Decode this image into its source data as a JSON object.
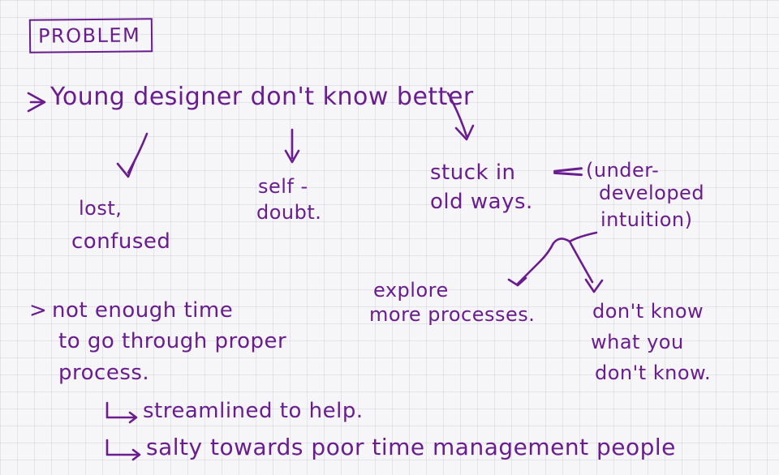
{
  "colors": {
    "ink": "#6a1d8f",
    "paper": "#f6f5f7",
    "grid": "#d6d4dc"
  },
  "note": {
    "title": "PROBLEM",
    "point1": {
      "bullet": "→",
      "text": "Young designer don't know better",
      "effects": {
        "lost_line1": "lost,",
        "lost_line2": "confused",
        "self_line1": "self -",
        "self_line2": "doubt.",
        "stuck_line1": "stuck in",
        "stuck_line2": "old ways."
      },
      "underdeveloped": {
        "line1": "(under-",
        "line2": "developed",
        "line3": "intuition)"
      },
      "explore_line1": "explore",
      "explore_line2": "more processes.",
      "dontknow_line1": "don't know",
      "dontknow_line2": "what you",
      "dontknow_line3": "don't know."
    },
    "point2": {
      "bullet": ">",
      "line1": "not enough time",
      "line2": "to go through proper",
      "line3": "process.",
      "sub1_bullet": "↳",
      "sub1": "streamlined to help.",
      "sub2_bullet": "↳",
      "sub2": "salty towards poor time management people"
    }
  }
}
